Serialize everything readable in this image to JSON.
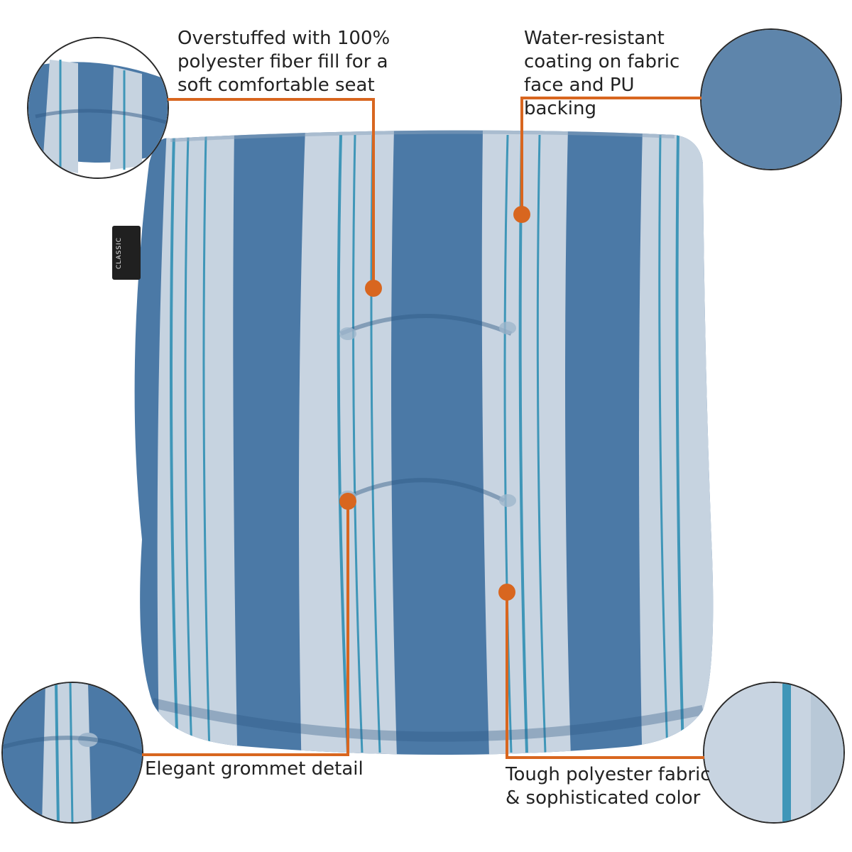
{
  "callouts": {
    "fill": "Overstuffed with 100%\npolyester fiber fill for a\nsoft comfortable seat",
    "water": "Water-resistant\ncoating on fabric\nface and PU backing",
    "grommet": "Elegant grommet detail",
    "fabric": "Tough polyester fabric\n& sophisticated color"
  },
  "tag": {
    "brand": "CLASSIC"
  },
  "colors": {
    "accent": "#d8661f",
    "stripe_dark": "#4b79a6",
    "stripe_light": "#c6d3e0",
    "pinstripe": "#3f96b8"
  }
}
